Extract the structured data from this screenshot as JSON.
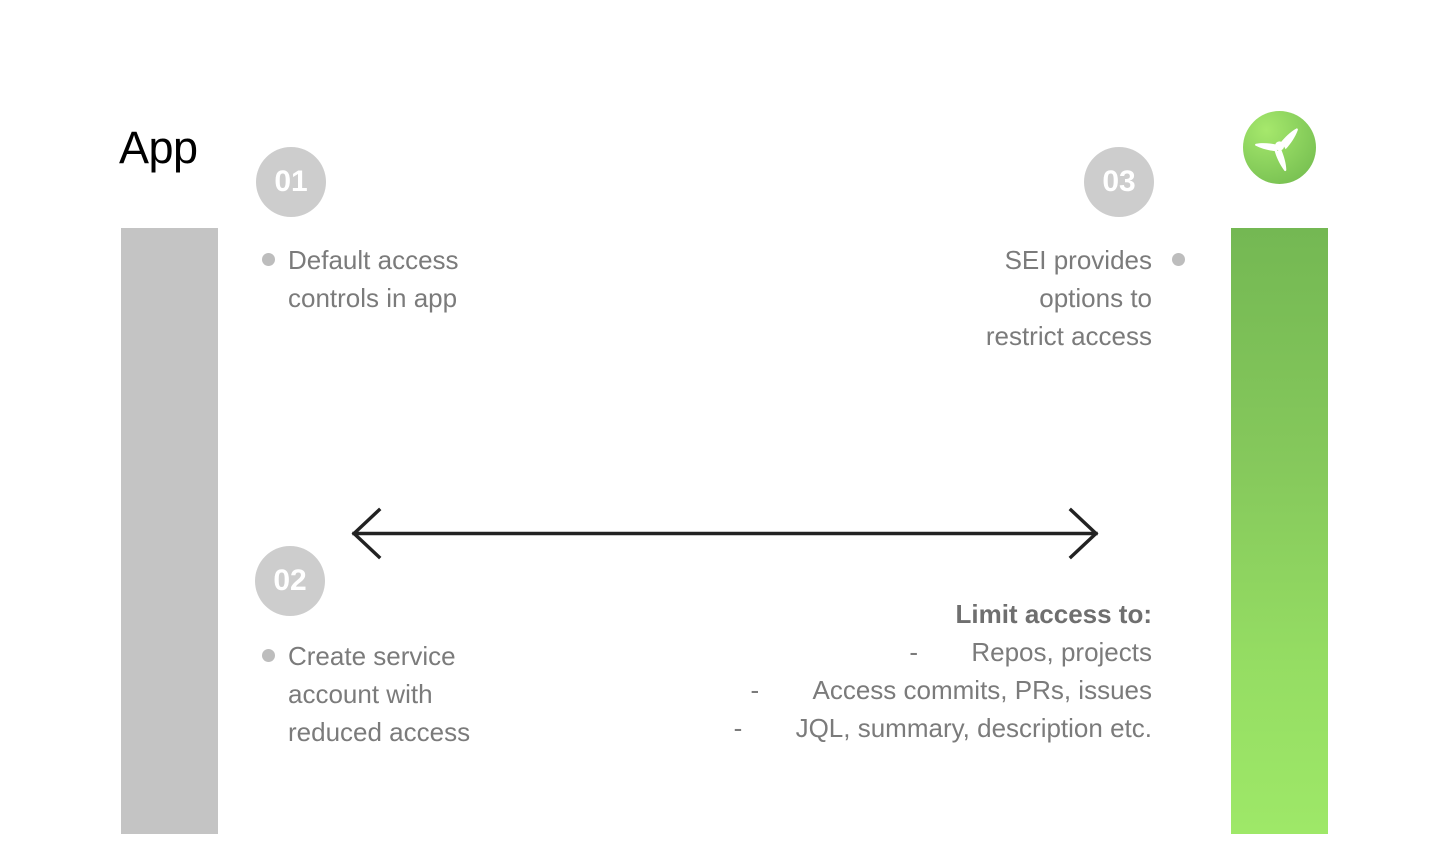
{
  "slide": {
    "title": "App",
    "background_color": "#FFFFFF"
  },
  "colors": {
    "badge_gray": "#CDCDCD",
    "bar_gray": "#C4C4C4",
    "text_gray": "#7B7B7B",
    "bullet_gray": "#BDBDBD",
    "green_top": "#74B853",
    "green_bottom": "#9EE868",
    "arrow_black": "#222222"
  },
  "logo": {
    "name": "harness-sei-propeller-logo",
    "shape": "three-blade-propeller"
  },
  "bars": {
    "left": {
      "name": "app-column-bar",
      "color": "#C4C4C4"
    },
    "right": {
      "name": "sei-column-bar",
      "gradient_from": "#74B853",
      "gradient_to": "#9EE868"
    }
  },
  "steps": [
    {
      "number": "01",
      "lines": [
        "Default access",
        "controls in app"
      ],
      "align": "left"
    },
    {
      "number": "02",
      "lines": [
        "Create service",
        "account with",
        "reduced access"
      ],
      "align": "left"
    },
    {
      "number": "03",
      "lines": [
        "SEI provides",
        "options to",
        "restrict access"
      ],
      "align": "right"
    }
  ],
  "arrow": {
    "name": "double-headed-arrow",
    "direction": "bidirectional"
  },
  "limit_access": {
    "title": "Limit access to:",
    "dash": "-",
    "items": [
      "Repos, projects",
      "Access commits, PRs, issues",
      "JQL, summary, description etc."
    ]
  }
}
